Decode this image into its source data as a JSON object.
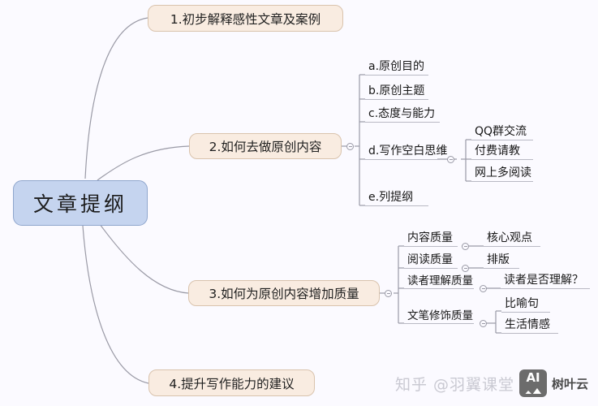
{
  "document": {
    "type": "mindmap",
    "background_color": "#fbfaff"
  },
  "colors": {
    "root_fill": "#c5d4ef",
    "root_border": "#8fa6cd",
    "branch_fill": "#f9ece1",
    "branch_border": "#d9c3ad",
    "connector": "#9a9aa6",
    "leaf_underline": "#b9b9c4",
    "text": "#1c1c1c",
    "watermark_text": "#c9c9d2",
    "badge_bg": "#6c6c6c"
  },
  "root": {
    "label": "文章提纲"
  },
  "branches": [
    {
      "id": "b1",
      "label": "1.初步解释感性文章及案例"
    },
    {
      "id": "b2",
      "label": "2.如何去做原创内容"
    },
    {
      "id": "b3",
      "label": "3.如何为原创内容增加质量"
    },
    {
      "id": "b4",
      "label": "4.提升写作能力的建议"
    }
  ],
  "branch2_children": [
    {
      "id": "b2a",
      "label": "a.原创目的"
    },
    {
      "id": "b2b",
      "label": "b.原创主题"
    },
    {
      "id": "b2c",
      "label": "c.态度与能力"
    },
    {
      "id": "b2d",
      "label": "d.写作空白思维"
    },
    {
      "id": "b2e",
      "label": "e.列提纲"
    }
  ],
  "branch2d_children": [
    {
      "id": "b2d1",
      "label": "QQ群交流"
    },
    {
      "id": "b2d2",
      "label": "付费请教"
    },
    {
      "id": "b2d3",
      "label": "网上多阅读"
    }
  ],
  "branch3_children": [
    {
      "id": "b3a",
      "label": "内容质量"
    },
    {
      "id": "b3b",
      "label": "阅读质量"
    },
    {
      "id": "b3c",
      "label": "读者理解质量"
    },
    {
      "id": "b3d",
      "label": "文笔修饰质量"
    }
  ],
  "branch3_grandchildren": [
    {
      "id": "b3a1",
      "label": "核心观点",
      "parent": "b3a"
    },
    {
      "id": "b3b1",
      "label": "排版",
      "parent": "b3b"
    },
    {
      "id": "b3c1",
      "label": "读者是否理解？",
      "parent": "b3c"
    },
    {
      "id": "b3d1",
      "label": "比喻句",
      "parent": "b3d"
    },
    {
      "id": "b3d2",
      "label": "生活情感",
      "parent": "b3d"
    }
  ],
  "watermark": {
    "source": "知乎 @羽翼课堂",
    "badge_label": "AI",
    "brand": "树叶云"
  }
}
